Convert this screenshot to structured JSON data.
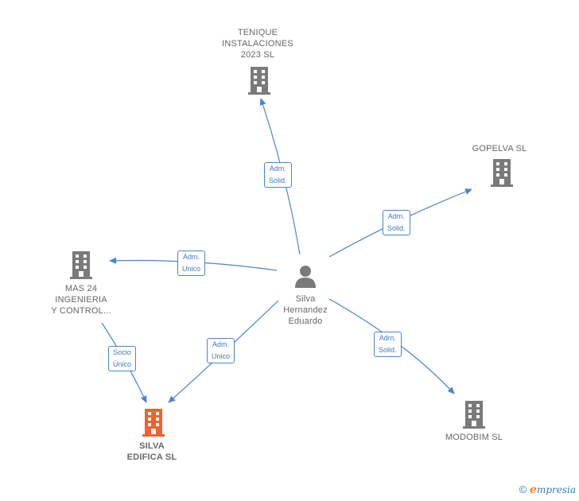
{
  "center": {
    "name": "Silva\nHernandez\nEduardo"
  },
  "companies": [
    {
      "id": "tenique",
      "name": "TENIQUE\nINSTALACIONES\n2023 SL",
      "focus": false
    },
    {
      "id": "gopelva",
      "name": "GOPELVA SL",
      "focus": false
    },
    {
      "id": "mas24",
      "name": "MAS 24\nINGENIERIA\nY CONTROL...",
      "focus": false
    },
    {
      "id": "silva",
      "name": "SILVA\nEDIFICA SL",
      "focus": true
    },
    {
      "id": "modobim",
      "name": "MODOBIM SL",
      "focus": false
    }
  ],
  "relations": [
    {
      "id": "r-tenique",
      "label": "Adm.\nSolid."
    },
    {
      "id": "r-gopelva",
      "label": "Adm.\nSolid."
    },
    {
      "id": "r-mas24",
      "label": "Adm.\nUnico"
    },
    {
      "id": "r-silva",
      "label": "Adm.\nUnico"
    },
    {
      "id": "r-modobim",
      "label": "Adm.\nSolid."
    },
    {
      "id": "r-mas24-silva",
      "label": "Socio\nÚnico"
    }
  ],
  "colors": {
    "edge": "#4a86c8",
    "building": "#7a7a7a",
    "focus_building": "#f0612e",
    "person": "#7a7a7a"
  },
  "footer": {
    "symbol": "©",
    "brand_first": "e",
    "brand_rest": "mpresia"
  }
}
